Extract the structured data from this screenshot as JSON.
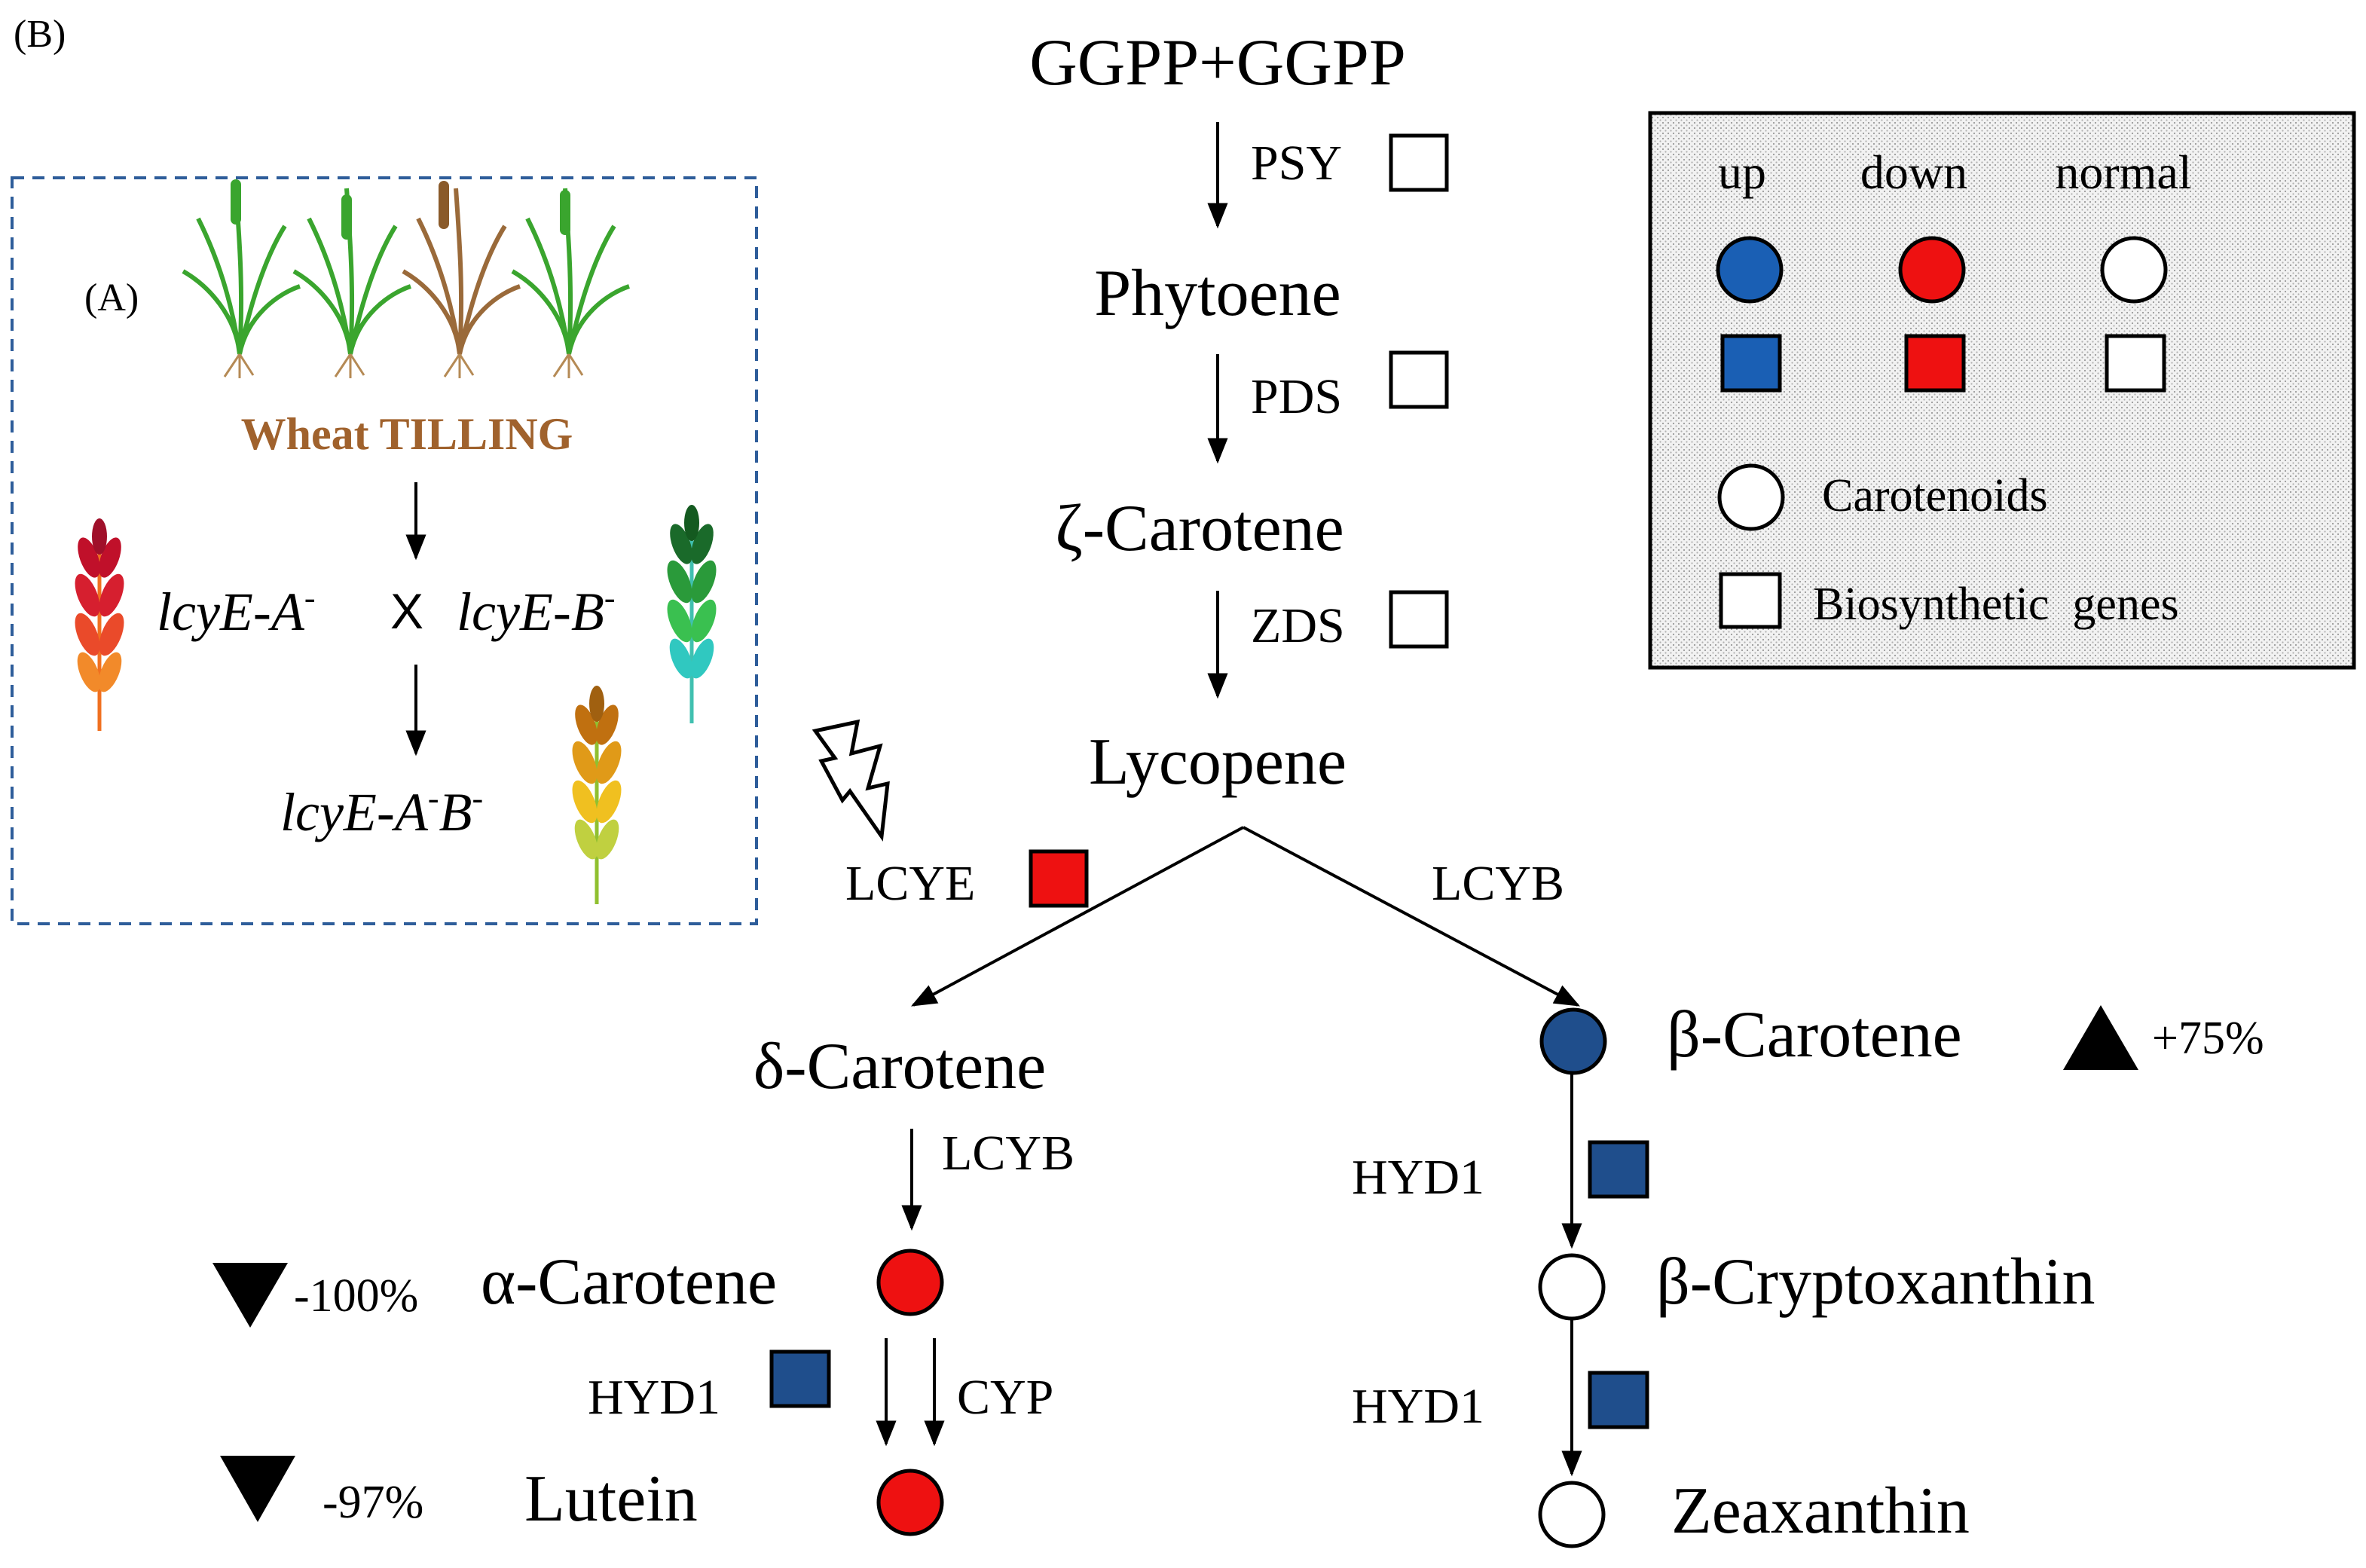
{
  "panel_b_label": "(B)",
  "panel_a_label": "(A)",
  "inset": {
    "title_part1": "Wheat",
    "title_part2": "TILLING",
    "cross_left": "lcyE-A",
    "cross_left_sup": "-",
    "cross_symbol": "X",
    "cross_right": "lcyE-B",
    "cross_right_sup": "-",
    "result_main": "lcyE-A",
    "result_sup1": "-",
    "result_mid": "B",
    "result_sup2": "-"
  },
  "pathway": {
    "ggpp": "GGPP+GGPP",
    "phytoene": "Phytoene",
    "zeta_carotene": "ζ-Carotene",
    "lycopene": "Lycopene",
    "delta_carotene": "δ-Carotene",
    "alpha_carotene": "α-Carotene",
    "lutein": "Lutein",
    "beta_carotene": "β-Carotene",
    "beta_cryptoxanthin": "β-Cryptoxanthin",
    "zeaxanthin": "Zeaxanthin"
  },
  "enzymes": {
    "psy": "PSY",
    "pds": "PDS",
    "zds": "ZDS",
    "lcye": "LCYE",
    "lcyb_main": "LCYB",
    "lcyb_delta": "LCYB",
    "hyd1_alpha": "HYD1",
    "cyp": "CYP",
    "hyd1_beta1": "HYD1",
    "hyd1_beta2": "HYD1"
  },
  "changes": {
    "beta_carotene": "+75%",
    "alpha_carotene": "-100%",
    "lutein": "-97%"
  },
  "legend": {
    "up": "up",
    "down": "down",
    "normal": "normal",
    "carotenoids": "Carotenoids",
    "genes": "Biosynthetic  genes"
  },
  "colors": {
    "up": "#1a5fb4",
    "down": "#ee1111",
    "normal": "#ffffff",
    "up_dark": "#1f4e8c",
    "inset_border": "#2e5d9a",
    "tilling_brown": "#a0622d",
    "legend_bg": "#e6e6e6"
  }
}
